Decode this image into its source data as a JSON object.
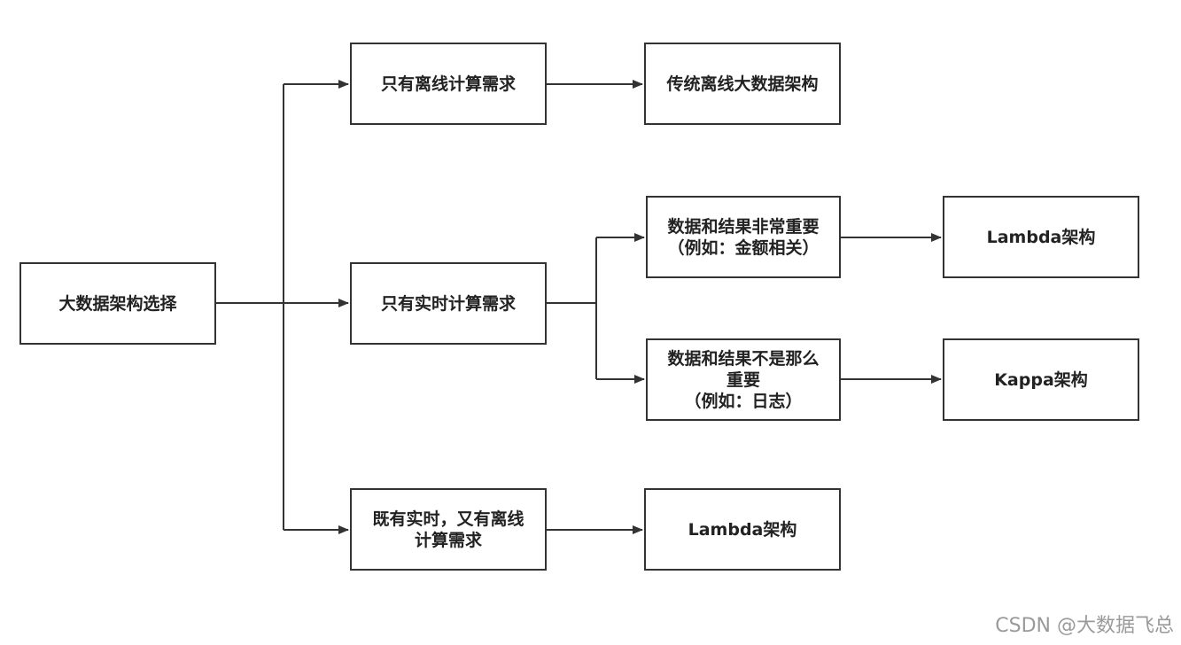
{
  "nodes": {
    "root": "大数据架构选择",
    "offline_only": "只有离线计算需求",
    "realtime_only": "只有实时计算需求",
    "both": "既有实时，又有离线\n计算需求",
    "traditional": "传统离线大数据架构",
    "important": "数据和结果非常重要\n（例如：金额相关）",
    "not_important": "数据和结果不是那么\n重要\n（例如：日志）",
    "lambda_1": "Lambda架构",
    "kappa": "Kappa架构",
    "lambda_2": "Lambda架构"
  },
  "watermark": "CSDN @大数据飞总",
  "colors": {
    "line": "#333333",
    "border": "#333333",
    "text": "#222222",
    "watermark": "#9a9a9a"
  }
}
